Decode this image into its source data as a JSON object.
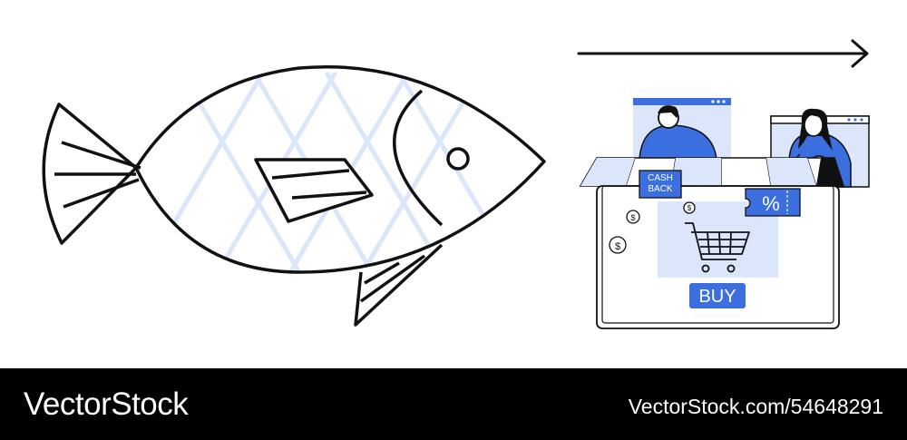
{
  "illustration": {
    "cashback_label_line1": "CASH",
    "cashback_label_line2": "BACK",
    "coupon_symbol": "%",
    "buy_button_label": "BUY",
    "coin_symbol": "$"
  },
  "footer": {
    "brand": "VectorStock",
    "image_id": "VectorStock.com/54648291"
  },
  "colors": {
    "accent": "#3b6fe0",
    "accent_light": "#dbe6fb",
    "line": "#111111"
  }
}
